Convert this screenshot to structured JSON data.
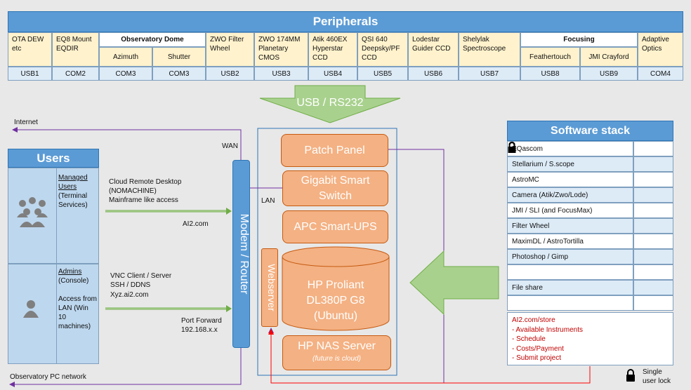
{
  "peripherals": {
    "title": "Peripherals",
    "devices": [
      {
        "name": "OTA DEW etc",
        "port": "USB1"
      },
      {
        "name": "EQ8 Mount EQDIR",
        "port": "COM2"
      },
      {
        "name": "ZWO Filter Wheel",
        "port": "USB2"
      },
      {
        "name": "ZWO 174MM Planetary CMOS",
        "port": "USB3"
      },
      {
        "name": "Atik 460EX Hyperstar CCD",
        "port": "USB4"
      },
      {
        "name": "QSI 640 Deepsky/PF CCD",
        "port": "USB5"
      },
      {
        "name": "Lodestar Guider CCD",
        "port": "USB6"
      },
      {
        "name": "Shelylak Spectroscope",
        "port": "USB7"
      },
      {
        "name": "Adaptive Optics",
        "port": "COM4"
      }
    ],
    "dome": {
      "title": "Observatory Dome",
      "azimuth": "Azimuth",
      "azimuth_port": "COM3",
      "shutter": "Shutter",
      "shutter_port": "COM3"
    },
    "focusing": {
      "title": "Focusing",
      "feathertouch": "Feathertouch",
      "feathertouch_port": "USB8",
      "jmi": "JMI Crayford",
      "jmi_port": "USB9"
    }
  },
  "arrows": {
    "usb_rs232": "USB / RS232"
  },
  "labels": {
    "internet": "Internet",
    "wan": "WAN",
    "lan": "LAN",
    "observatory_network": "Observatory PC network",
    "cloud_desktop": "Cloud Remote Desktop",
    "nomachine": "(NOMACHINE)",
    "mainframe": "Mainframe like access",
    "ai2": "AI2.com",
    "vnc": "VNC Client / Server",
    "ssh": "SSH / DDNS",
    "xyz": "Xyz.ai2.com",
    "port_forward": "Port Forward",
    "ip": "192.168.x.x",
    "single_lock_1": "Single",
    "single_lock_2": "user lock"
  },
  "users": {
    "title": "Users",
    "managed_title": "Managed Users",
    "managed_desc": "(Terminal Services)",
    "admins_title": "Admins",
    "admins_desc1": "(Console)",
    "admins_desc2": "Access from LAN (Win 10 machines)"
  },
  "server": {
    "modem": "Modem / Router",
    "patch": "Patch Panel",
    "switch": "Gigabit Smart Switch",
    "ups": "APC Smart-UPS",
    "webserver": "Webserver",
    "proliant1": "HP Proliant",
    "proliant2": "DL380P G8",
    "proliant3": "(Ubuntu)",
    "nas": "HP NAS Server",
    "nas_note": "(future is cloud)"
  },
  "software": {
    "title": "Software stack",
    "rows": [
      {
        "name": "EQascom",
        "locked": true
      },
      {
        "name": "Stellarium / S.scope",
        "locked": true
      },
      {
        "name": "AstroMC",
        "locked": true
      },
      {
        "name": "Camera (Atik/Zwo/Lode)",
        "locked": true
      },
      {
        "name": "JMI / SLI (and FocusMax)",
        "locked": true
      },
      {
        "name": "Filter Wheel",
        "locked": true
      },
      {
        "name": "MaximDL / AstroTortilla",
        "locked": true
      },
      {
        "name": "Photoshop / Gimp",
        "locked": false
      },
      {
        "name": "",
        "locked": false
      },
      {
        "name": "File share",
        "locked": false
      },
      {
        "name": "",
        "locked": false
      }
    ],
    "store": [
      "AI2.com/store",
      "- Available Instruments",
      "- Schedule",
      "- Costs/Payment",
      "- Submit project"
    ]
  },
  "colors": {
    "accent": "#5b9bd5",
    "orange": "#f4b183",
    "green_arrow": "#a9d18e",
    "wire_purple": "#7030a0",
    "wire_red": "#ff0000"
  }
}
